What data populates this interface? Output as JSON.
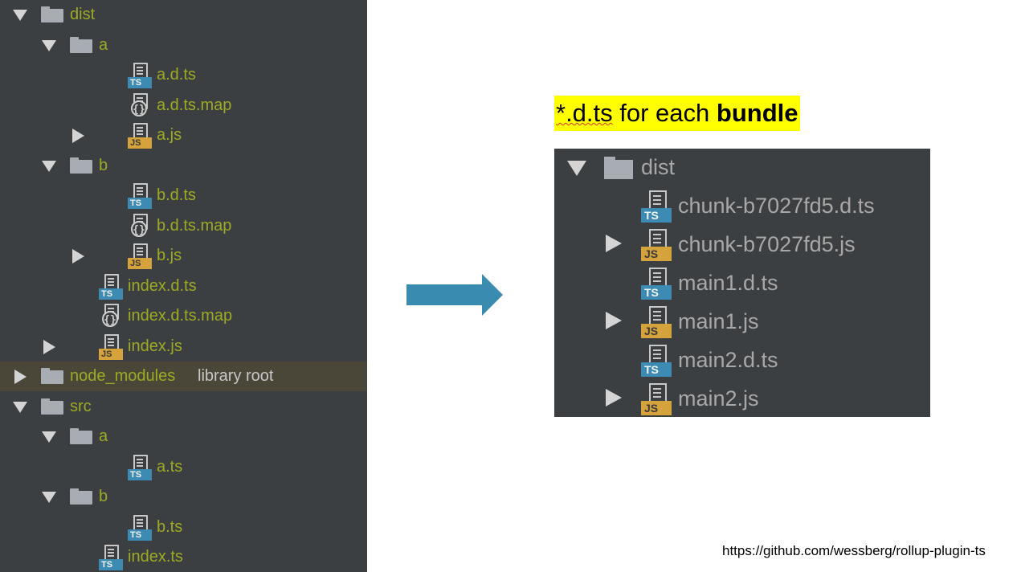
{
  "left_tree": {
    "rows": [
      {
        "label": "dist",
        "kind": "folder",
        "expand": "down"
      },
      {
        "label": "a",
        "kind": "folder",
        "expand": "down"
      },
      {
        "label": "a.d.ts",
        "kind": "ts"
      },
      {
        "label": "a.d.ts.map",
        "kind": "map"
      },
      {
        "label": "a.js",
        "kind": "js",
        "expand": "right"
      },
      {
        "label": "b",
        "kind": "folder",
        "expand": "down"
      },
      {
        "label": "b.d.ts",
        "kind": "ts"
      },
      {
        "label": "b.d.ts.map",
        "kind": "map"
      },
      {
        "label": "b.js",
        "kind": "js",
        "expand": "right"
      },
      {
        "label": "index.d.ts",
        "kind": "ts"
      },
      {
        "label": "index.d.ts.map",
        "kind": "map"
      },
      {
        "label": "index.js",
        "kind": "js",
        "expand": "right"
      },
      {
        "label": "node_modules",
        "kind": "folder",
        "expand": "right",
        "suffix": "library root"
      },
      {
        "label": "src",
        "kind": "folder",
        "expand": "down"
      },
      {
        "label": "a",
        "kind": "folder",
        "expand": "down"
      },
      {
        "label": "a.ts",
        "kind": "ts"
      },
      {
        "label": "b",
        "kind": "folder",
        "expand": "down"
      },
      {
        "label": "b.ts",
        "kind": "ts"
      },
      {
        "label": "index.ts",
        "kind": "ts"
      }
    ]
  },
  "caption": {
    "prefix": "*.d.ts",
    "middle": " for each ",
    "bold": "bundle"
  },
  "right_tree": {
    "rows": [
      {
        "label": "dist",
        "kind": "folder",
        "expand": "down"
      },
      {
        "label": "chunk-b7027fd5.d.ts",
        "kind": "ts"
      },
      {
        "label": "chunk-b7027fd5.js",
        "kind": "js",
        "expand": "right"
      },
      {
        "label": "main1.d.ts",
        "kind": "ts"
      },
      {
        "label": "main1.js",
        "kind": "js",
        "expand": "right"
      },
      {
        "label": "main2.d.ts",
        "kind": "ts"
      },
      {
        "label": "main2.js",
        "kind": "js",
        "expand": "right"
      }
    ]
  },
  "badges": {
    "ts": "TS",
    "js": "JS",
    "map": "{}"
  },
  "footer": {
    "url": "https://github.com/wessberg/rollup-plugin-ts"
  },
  "colors": {
    "tree_bg": "#3c3f41",
    "label_olive": "#9faa24",
    "ts_badge": "#3d8ab3",
    "js_badge": "#d5a23b",
    "arrow": "#3a8bb0",
    "caption_highlight": "#ffff00",
    "row_highlight": "#4a4739"
  },
  "icons": [
    "folder-icon",
    "ts-file-icon",
    "js-file-icon",
    "sourcemap-file-icon",
    "expand-arrow-icon",
    "collapse-arrow-icon",
    "right-arrow-icon"
  ]
}
